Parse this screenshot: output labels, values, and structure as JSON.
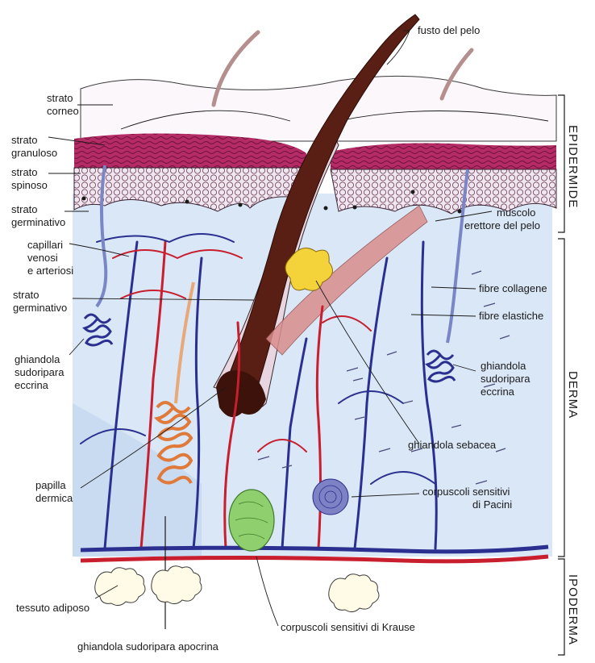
{
  "labels": {
    "fusto_del_pelo": "fusto del pelo",
    "strato_corneo_1": "strato",
    "strato_corneo_2": "corneo",
    "strato_granuloso_1": "strato",
    "strato_granuloso_2": "granuloso",
    "strato_spinoso_1": "strato",
    "strato_spinoso_2": "spinoso",
    "strato_germinativo_a_1": "strato",
    "strato_germinativo_a_2": "germinativo",
    "capillari_1": "capillari",
    "capillari_2": "venosi",
    "capillari_3": "e arteriosi",
    "strato_germinativo_b_1": "strato",
    "strato_germinativo_b_2": "germinativo",
    "ghiandola_eccrina_l_1": "ghiandola",
    "ghiandola_eccrina_l_2": "sudoripara",
    "ghiandola_eccrina_l_3": "eccrina",
    "papilla_1": "papilla",
    "papilla_2": "dermica",
    "tessuto_adiposo": "tessuto adiposo",
    "ghiandola_apocrina": "ghiandola sudoripara apocrina",
    "krause": "corpuscoli sensitivi di Krause",
    "muscolo_1": "muscolo",
    "muscolo_2": "erettore del pelo",
    "fibre_collagene": "fibre collagene",
    "fibre_elastiche": "fibre elastiche",
    "ghiandola_eccrina_r_1": "ghiandola",
    "ghiandola_eccrina_r_2": "sudoripara",
    "ghiandola_eccrina_r_3": "eccrina",
    "ghiandola_sebacea": "ghiandola sebacea",
    "pacini_1": "corpuscoli sensitivi",
    "pacini_2": "di Pacini"
  },
  "layers": {
    "epidermide": "EPIDERMIDE",
    "derma": "DERMA",
    "ipoderma": "IPODERMA"
  },
  "colors": {
    "epidermis": "#c2336e",
    "dermis": "#cfe0f2",
    "hair": "#5a1f14",
    "vein": "#2b2f8f",
    "artery": "#c81e2e",
    "sebaceous": "#f3d23a",
    "krause": "#8fcf6e",
    "pacini": "#5a5fae",
    "fat": "#fffbe6"
  }
}
